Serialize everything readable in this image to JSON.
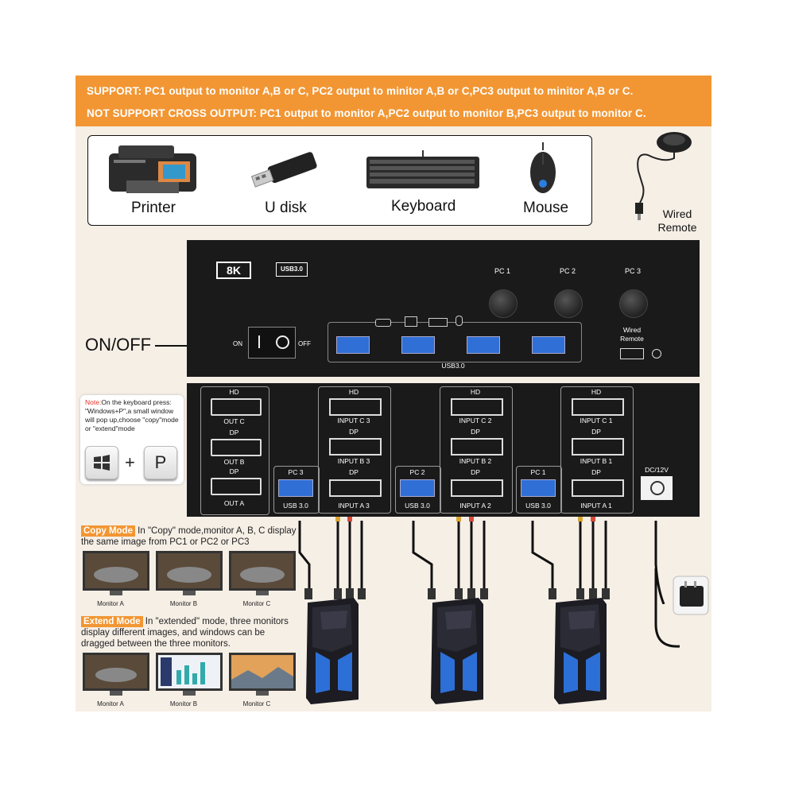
{
  "banner": {
    "support": "SUPPORT: PC1 output to monitor A,B or C, PC2 output to minitor A,B or C,PC3 output to minitor A,B or C.",
    "not_support": "NOT SUPPORT CROSS OUTPUT: PC1 output to monitor A,PC2 output to monitor B,PC3 output to monitor C."
  },
  "peripherals": [
    "Printer",
    "U disk",
    "Keyboard",
    "Mouse"
  ],
  "remote": {
    "line1": "Wired",
    "line2": "Remote"
  },
  "onoff": "ON/OFF",
  "top_box": {
    "badge_8k": "8K",
    "badge_usb": "USB3.0",
    "pc_labels": [
      "PC 1",
      "PC 2",
      "PC 3"
    ],
    "switch_on": "ON",
    "switch_off": "OFF",
    "usb_label": "USB3.0",
    "wired_remote_1": "Wired",
    "wired_remote_2": "Remote"
  },
  "note": {
    "prefix": "Note:",
    "text": "On the keyboard press: \"Windows+P\",a small window will pop up,choose \"copy\"mode or \"extend\"mode",
    "key_plus": "+",
    "key_p": "P"
  },
  "back_box": {
    "hd": "HD",
    "dp": "DP",
    "out_c": "OUT C",
    "out_b": "OUT B",
    "out_a": "OUT A",
    "groups": [
      {
        "pc": "PC 3",
        "hd": "INPUT C 3",
        "dpb": "INPUT B 3",
        "dpa": "INPUT A 3"
      },
      {
        "pc": "PC 2",
        "hd": "INPUT C 2",
        "dpb": "INPUT B 2",
        "dpa": "INPUT A 2"
      },
      {
        "pc": "PC 1",
        "hd": "INPUT C 1",
        "dpb": "INPUT B 1",
        "dpa": "INPUT A 1"
      }
    ],
    "usb30": "USB 3.0",
    "dc": "DC/12V"
  },
  "copy_mode": {
    "tag": "Copy Mode",
    "text1": " In \"Copy\" mode,monitor A, B, C display",
    "text2": "the same image from PC1 or PC2 or PC3",
    "monitors": [
      "Monitor A",
      "Monitor B",
      "Monitor C"
    ]
  },
  "extend_mode": {
    "tag": "Extend Mode",
    "text1": " In \"extended\" mode, three monitors",
    "text2": "display different images, and windows can be",
    "text3": "dragged between the three monitors.",
    "monitors": [
      "Monitor A",
      "Monitor B",
      "Monitor C"
    ]
  },
  "colors": {
    "accent": "#f29633",
    "device": "#1a1a1a",
    "usb_blue": "#2f6fd6",
    "note_red": "#e8332a"
  }
}
